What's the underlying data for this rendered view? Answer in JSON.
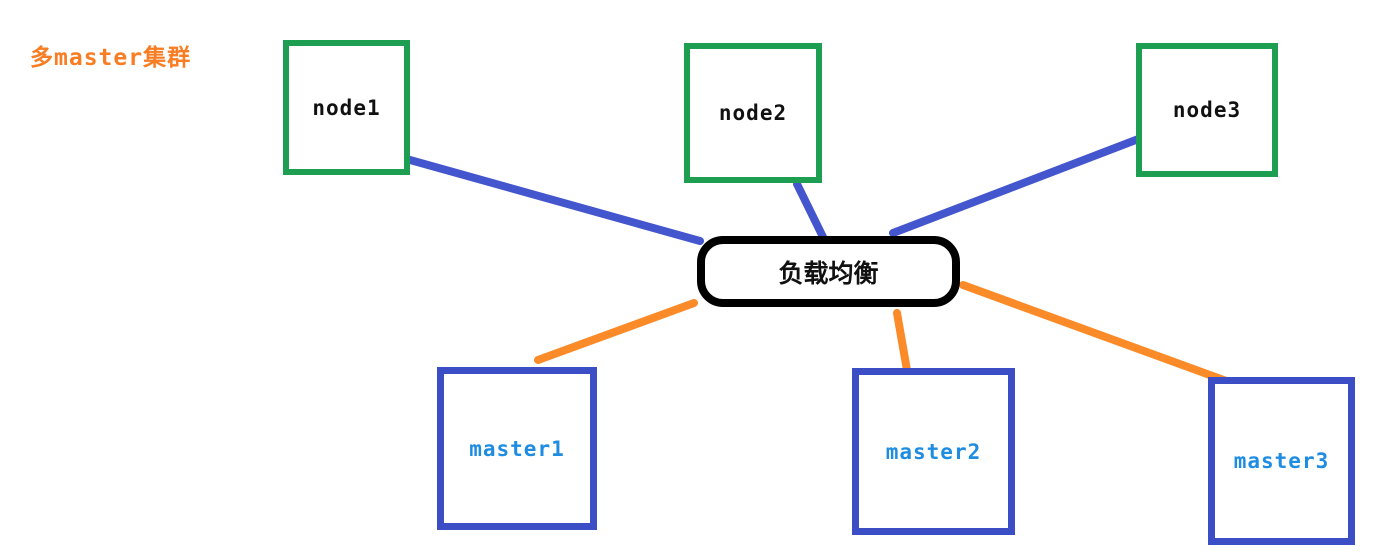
{
  "title": {
    "text": "多master集群"
  },
  "center": {
    "label": "负载均衡"
  },
  "nodes": [
    {
      "label": "node1"
    },
    {
      "label": "node2"
    },
    {
      "label": "node3"
    }
  ],
  "masters": [
    {
      "label": "master1"
    },
    {
      "label": "master2"
    },
    {
      "label": "master3"
    }
  ],
  "links": [
    {
      "from": "node1",
      "to": "负载均衡",
      "color_key": "node_link"
    },
    {
      "from": "node2",
      "to": "负载均衡",
      "color_key": "node_link"
    },
    {
      "from": "node3",
      "to": "负载均衡",
      "color_key": "node_link"
    },
    {
      "from": "负载均衡",
      "to": "master1",
      "color_key": "master_link"
    },
    {
      "from": "负载均衡",
      "to": "master2",
      "color_key": "master_link"
    },
    {
      "from": "负载均衡",
      "to": "master3",
      "color_key": "master_link"
    }
  ],
  "colors": {
    "background": "#ffffff",
    "title_color": "#f97d22",
    "node_border": "#1e9e50",
    "node_text": "#111111",
    "master_border": "#3c4ec5",
    "master_text": "#1e8ce1",
    "node_link": "#4456cd",
    "master_link": "#fb8a28",
    "center_border": "#000000"
  }
}
